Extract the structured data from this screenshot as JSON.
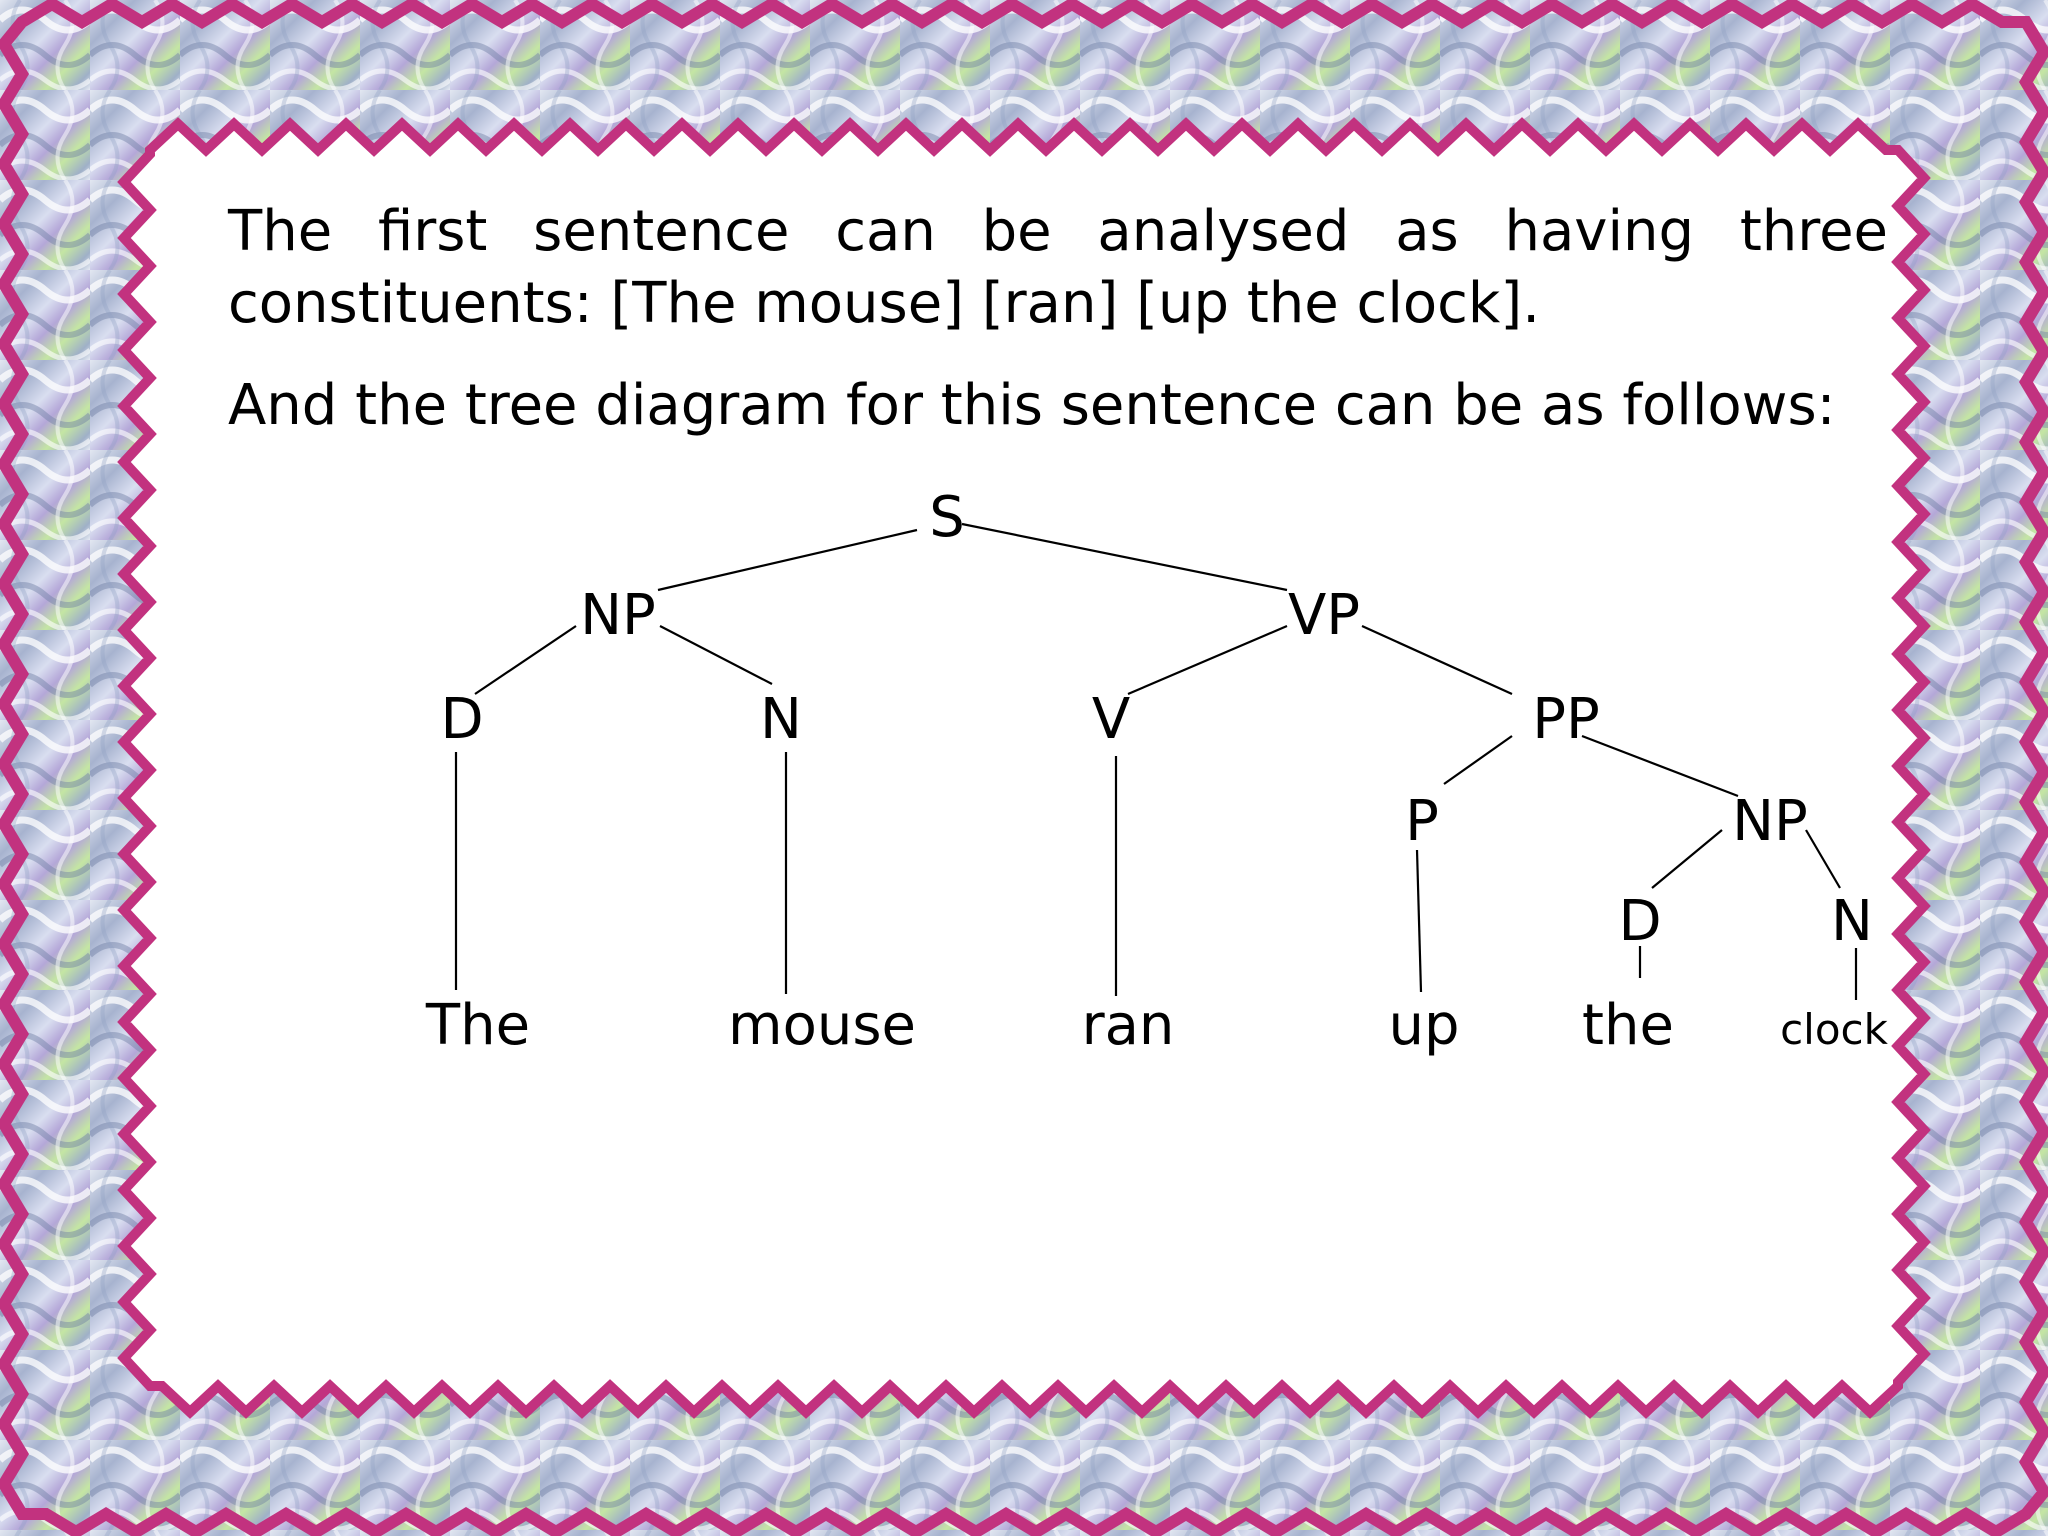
{
  "slide": {
    "paragraph_1": "The first sentence can be analysed as having three constituents: [The mouse] [ran] [up the clock].",
    "paragraph_2": "And the tree diagram for this sentence can be as follows:"
  },
  "colors": {
    "frame_outline": "#c2327f",
    "frame_fill_light": "#dfe5ef",
    "frame_fill_mid": "#9aa8c6",
    "frame_fill_lavender": "#a99bd0",
    "frame_fill_green": "#b9e28f",
    "content_background": "#ffffff",
    "text": "#000000"
  },
  "tree": {
    "root": "S",
    "np_subject": "NP",
    "det_subject": "D",
    "noun_subject": "N",
    "vp": "VP",
    "verb": "V",
    "pp": "PP",
    "prep": "P",
    "np_object": "NP",
    "det_object": "D",
    "noun_object": "N",
    "word_the_1": "The",
    "word_mouse": "mouse",
    "word_ran": "ran",
    "word_up": "up",
    "word_the_2": "the",
    "word_clock": "clock"
  }
}
